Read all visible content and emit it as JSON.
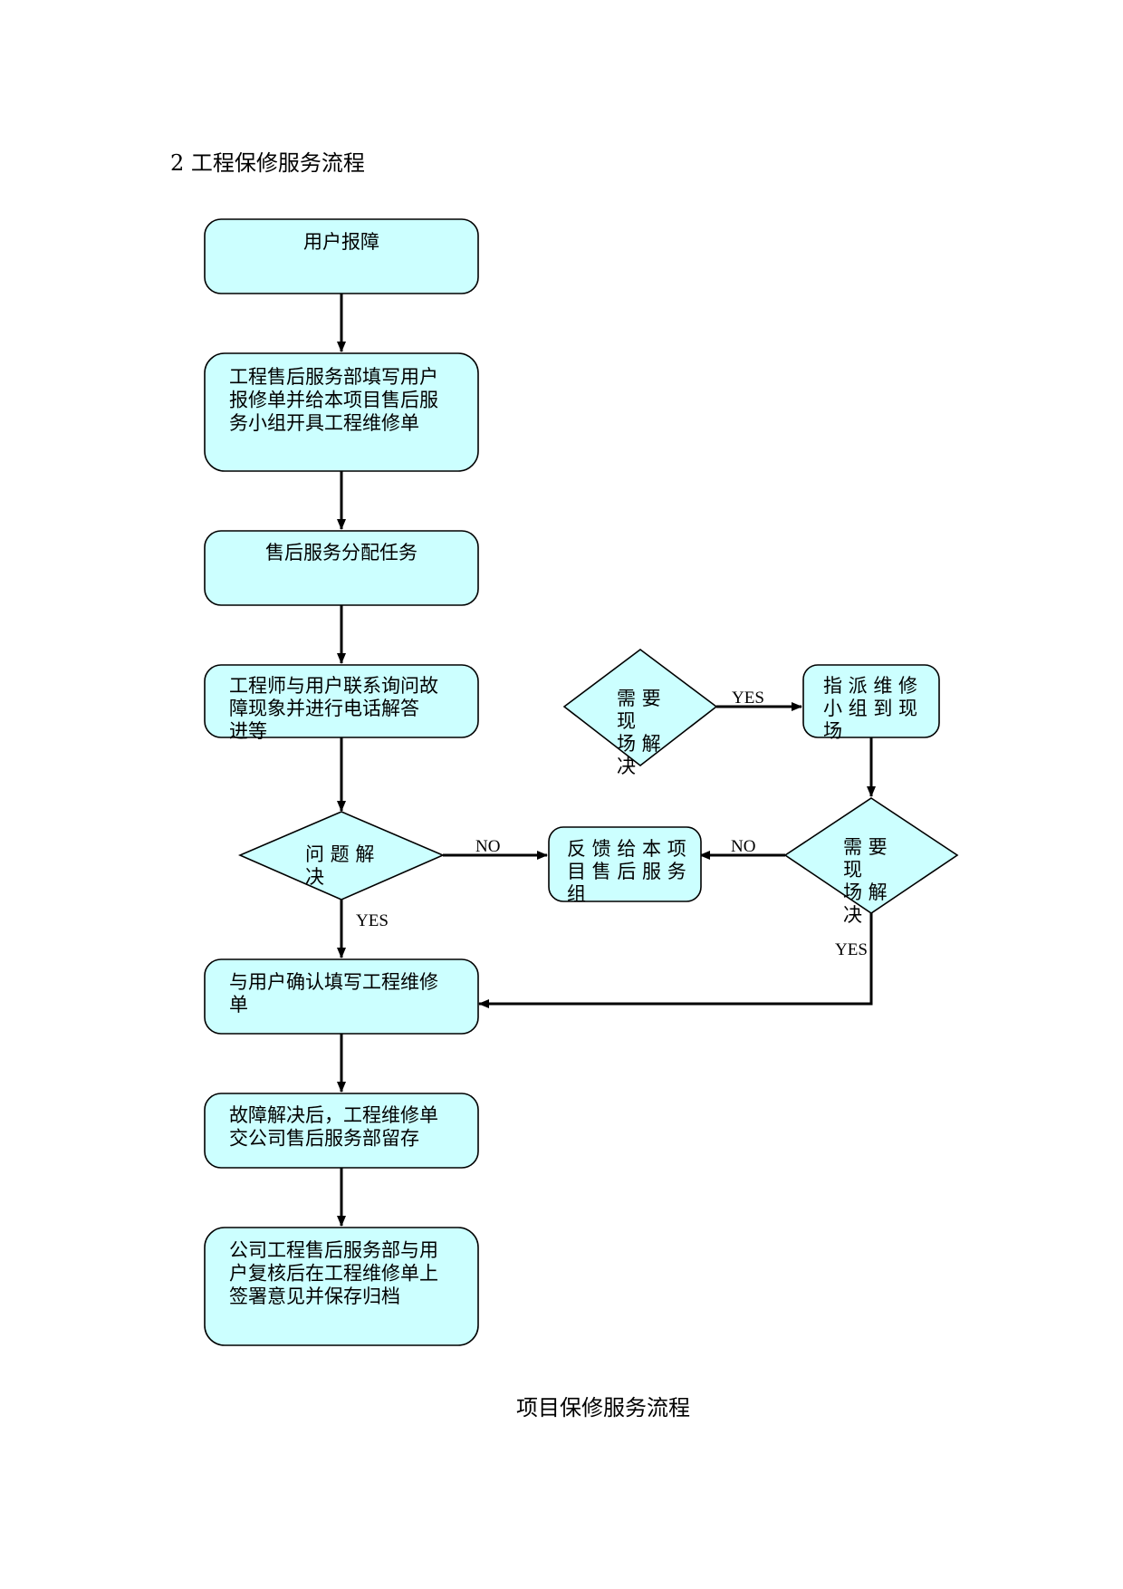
{
  "document": {
    "heading": "2 工程保修服务流程",
    "caption": "项目保修服务流程"
  },
  "flowchart": {
    "nodes": {
      "report": {
        "lines": [
          "用户报障"
        ]
      },
      "fill_form": {
        "lines": [
          "工程售后服务部填写用户",
          "报修单并给本项目售后服",
          "务小组开具工程维修单"
        ]
      },
      "assign": {
        "lines": [
          "售后服务分配任务"
        ]
      },
      "phone": {
        "lines": [
          "工程师与用户联系询问故",
          "障现象并进行电话解答",
          "进等"
        ]
      },
      "solved": {
        "lines": [
          "问 题 解",
          "决"
        ]
      },
      "feedback": {
        "lines": [
          "反 馈 给 本 项",
          "目 售 后 服 务",
          "组"
        ]
      },
      "need_site_top": {
        "lines": [
          "需  要",
          "现",
          "场  解",
          "决"
        ]
      },
      "dispatch": {
        "lines": [
          "指 派 维 修",
          "小 组 到 现",
          "场"
        ]
      },
      "need_site_right": {
        "lines": [
          "需    要",
          "现",
          "场    解",
          "决"
        ]
      },
      "confirm": {
        "lines": [
          "与用户确认填写工程维修",
          "单"
        ]
      },
      "archive": {
        "lines": [
          "故障解决后，工程维修单",
          "交公司售后服务部留存"
        ]
      },
      "review": {
        "lines": [
          "公司工程售后服务部与用",
          "户复核后在工程维修单上",
          "签署意见并保存归档"
        ]
      }
    },
    "edge_labels": {
      "solved_no": "NO",
      "solved_yes": "YES",
      "top_yes": "YES",
      "right_no": "NO",
      "right_yes": "YES"
    }
  },
  "colors": {
    "node_fill": "#ccffff",
    "stroke": "#000000"
  }
}
